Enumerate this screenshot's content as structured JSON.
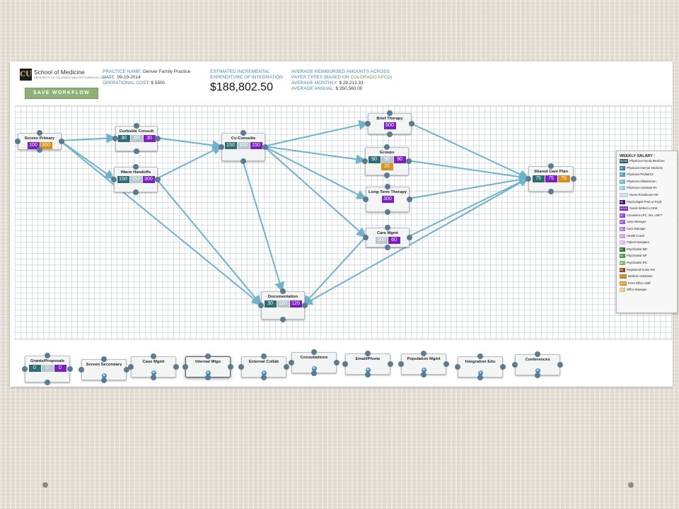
{
  "logo": {
    "org": "School of Medicine",
    "sub": "UNIVERSITY OF COLORADO ANSCHUTZ MEDICAL CAMPUS"
  },
  "header": {
    "save_label": "SAVE WORKFLOW",
    "practice_key": "Practice Name:",
    "practice_val": "Denver Family Practice",
    "date_key": "Date:",
    "date_val": "09-19-2014",
    "opcost_key": "Operational Cost:",
    "opcost_val": "$ 5500",
    "estimate_line1": "Estimated Incremental",
    "estimate_line2": "Expenditure of Integration",
    "estimate_value": "$188,802.50",
    "avg_line1": "Average Reimbursed Amounts Across",
    "avg_line2_a": "Payer Types (Based on ",
    "avg_line2_link": "Colorado APCD",
    "avg_line2_b": ")",
    "monthly_key": "Average Monthly:",
    "monthly_val": "$ 29,213.33",
    "annual_key": "Average Annual:",
    "annual_val": "$ 350,560.00"
  },
  "colors": {
    "teal_dark": "#2e6d73",
    "gray_light": "#b7c7cc",
    "orange": "#d5901f",
    "purple": "#7b1fc2",
    "edge": "#6fb2cc",
    "port": "#5c7b8e"
  },
  "workflow_nodes": [
    {
      "id": "screen_primary",
      "label": "Screen Primary",
      "badges": [
        {
          "value": "100",
          "color": "#7b1fc2"
        },
        {
          "value": "300",
          "color": "#d5901f"
        }
      ]
    },
    {
      "id": "curbside",
      "label": "Curbside Consult",
      "badges": [
        {
          "value": "30",
          "color": "#2e6d73"
        },
        {
          "value": "50",
          "color": "#b7c7cc"
        },
        {
          "value": "30",
          "color": "#7b1fc2"
        }
      ]
    },
    {
      "id": "warm",
      "label": "Warm Handoffs",
      "badges": [
        {
          "value": "150",
          "color": "#2e6d73"
        },
        {
          "value": "150",
          "color": "#b7c7cc"
        },
        {
          "value": "300",
          "color": "#7b1fc2"
        }
      ]
    },
    {
      "id": "coconsults",
      "label": "Co-Consults",
      "badges": [
        {
          "value": "150",
          "color": "#2e6d73"
        },
        {
          "value": "100",
          "color": "#b7c7cc"
        },
        {
          "value": "150",
          "color": "#7b1fc2"
        }
      ]
    },
    {
      "id": "brief",
      "label": "Brief Therapy",
      "badges": [
        {
          "value": "600",
          "color": "#7b1fc2"
        }
      ]
    },
    {
      "id": "groups",
      "label": "Groups",
      "badges": [
        {
          "value": "90",
          "color": "#2e6d73"
        },
        {
          "value": "90",
          "color": "#b7c7cc"
        },
        {
          "value": "90",
          "color": "#7b1fc2"
        },
        {
          "value": "20",
          "color": "#d5901f"
        }
      ]
    },
    {
      "id": "longterm",
      "label": "Long-Term Therapy",
      "badges": [
        {
          "value": "300",
          "color": "#7b1fc2"
        }
      ]
    },
    {
      "id": "caremgmt",
      "label": "Care Mgmt",
      "badges": [
        {
          "value": "300",
          "color": "#b7c7cc"
        },
        {
          "value": "60",
          "color": "#7b1fc2"
        }
      ]
    },
    {
      "id": "shared",
      "label": "Shared Care Plan",
      "badges": [
        {
          "value": "75",
          "color": "#2e6d73"
        },
        {
          "value": "75",
          "color": "#7b1fc2"
        },
        {
          "value": "75",
          "color": "#d5901f"
        }
      ]
    },
    {
      "id": "documentation",
      "label": "Documentation",
      "badges": [
        {
          "value": "30",
          "color": "#2e6d73"
        },
        {
          "value": "120",
          "color": "#b7c7cc"
        },
        {
          "value": "120",
          "color": "#7b1fc2"
        }
      ]
    }
  ],
  "edges": [
    [
      "screen_primary",
      "curbside"
    ],
    [
      "screen_primary",
      "warm"
    ],
    [
      "screen_primary",
      "documentation"
    ],
    [
      "curbside",
      "coconsults"
    ],
    [
      "warm",
      "coconsults"
    ],
    [
      "warm",
      "documentation"
    ],
    [
      "coconsults",
      "brief"
    ],
    [
      "coconsults",
      "groups"
    ],
    [
      "coconsults",
      "longterm"
    ],
    [
      "coconsults",
      "caremgmt"
    ],
    [
      "coconsults",
      "documentation"
    ],
    [
      "brief",
      "shared"
    ],
    [
      "groups",
      "shared"
    ],
    [
      "longterm",
      "shared"
    ],
    [
      "caremgmt",
      "shared"
    ],
    [
      "caremgmt",
      "documentation"
    ],
    [
      "shared",
      "documentation"
    ]
  ],
  "legend": {
    "title": "WEEKLY SALARY ↑",
    "items": [
      {
        "swatch": "$4750",
        "color": "#2f5f66",
        "label": "Physician-Family Medicine"
      },
      {
        "swatch": "$0",
        "color": "#3a7f8c",
        "label": "Physician-Internal Medicine"
      },
      {
        "swatch": "$0",
        "color": "#4f9aac",
        "label": "Physician-Pediatrics"
      },
      {
        "swatch": "$0",
        "color": "#76b3c4",
        "label": "Physician-Obstetrician"
      },
      {
        "swatch": "$0",
        "color": "#9fc8d2",
        "label": "Physician-Assistant-PA"
      },
      {
        "swatch": "$1600",
        "color": "#c2d3d8",
        "label": "Nurse-Practitioner-NP"
      },
      {
        "swatch": "$0",
        "color": "#4b1473",
        "label": "Psychologist PHD or PsyD"
      },
      {
        "swatch": "$2000",
        "color": "#7b1fc2",
        "label": "Social Worker-LCSW"
      },
      {
        "swatch": "$0",
        "color": "#8e3fcc",
        "label": "Counselor-LPC, MA, LMFT"
      },
      {
        "swatch": "$0",
        "color": "#9b5bd0",
        "label": "Case Manager"
      },
      {
        "swatch": "$0",
        "color": "#ad7bd8",
        "label": "Care Manager"
      },
      {
        "swatch": "$0",
        "color": "#c39ce3",
        "label": "Health Coach"
      },
      {
        "swatch": "$0",
        "color": "#d6bcec",
        "label": "Patient Navigator"
      },
      {
        "swatch": "$0",
        "color": "#2c6e2a",
        "label": "Psychiatrist MD"
      },
      {
        "swatch": "$0",
        "color": "#4d9645",
        "label": "Psychiatrist NP"
      },
      {
        "swatch": "$0",
        "color": "#7fb86f",
        "label": "Psychiatrist RN"
      },
      {
        "swatch": "$0",
        "color": "#8a4a1a",
        "label": "Registered Nurse RN"
      },
      {
        "swatch": "$725",
        "color": "#b97522",
        "label": "Medical Assistants"
      },
      {
        "swatch": "$600",
        "color": "#d5901f",
        "label": "Front Office Staff"
      },
      {
        "swatch": "$0",
        "color": "#ebc07a",
        "label": "Office Manager"
      }
    ]
  },
  "tray": [
    {
      "label": "Grants/Proposals",
      "badges": [
        {
          "value": "0",
          "color": "#2e6d73"
        },
        {
          "value": "0",
          "color": "#b7c7cc"
        },
        {
          "value": "0",
          "color": "#7b1fc2"
        }
      ]
    },
    {
      "label": "Screen Secondary",
      "plus": "+"
    },
    {
      "label": "Case Mgmt",
      "plus": "+"
    },
    {
      "label": "Internal Mtgs",
      "plus": "+"
    },
    {
      "label": "External Collab",
      "plus": "+"
    },
    {
      "label": "Consultations",
      "plus": "+"
    },
    {
      "label": "Email/Phone",
      "plus": "+"
    },
    {
      "label": "Population Mgmt",
      "plus": "+"
    },
    {
      "label": "Integration Edu",
      "plus": "+"
    },
    {
      "label": "Conferences",
      "plus": "+"
    }
  ]
}
